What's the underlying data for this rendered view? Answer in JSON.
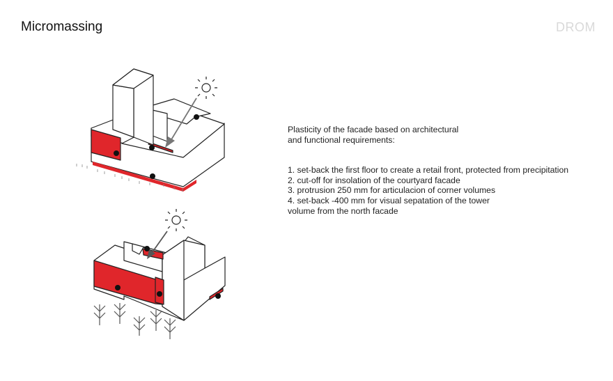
{
  "header": {
    "title": "Micromassing",
    "brand": "DROM"
  },
  "description": {
    "intro": [
      "Plasticity of the facade based on architectural",
      "and functional requirements:"
    ],
    "items": [
      "1. set-back the first floor to create a retail front, protected from precipitation",
      "2. cut-off for insolation of the courtyard facade",
      "3. protrusion 250 mm for articulacion of corner volumes",
      "4. set-back -400 mm for visual sepatation of the tower",
      "volume from the north facade"
    ]
  },
  "colors": {
    "accent": "#e0262b",
    "line": "#222222",
    "brand": "#d9d9d9"
  },
  "icons": [
    "sun-icon",
    "arrow-icon",
    "tree-icon",
    "marker-icon"
  ]
}
